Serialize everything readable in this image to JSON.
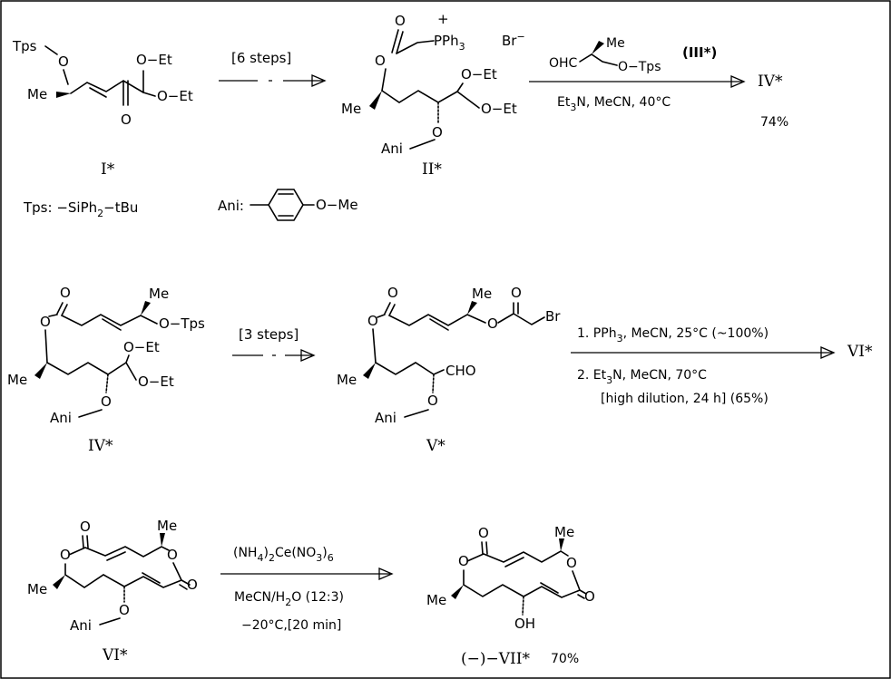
{
  "atoms": {
    "tps": "Tps",
    "o": "O",
    "me": "Me",
    "oet": "O−Et",
    "pph3": "PPh",
    "three": "3",
    "br_minus": "Br",
    "minus": "−",
    "plus": "+",
    "ani": "Ani",
    "o_tps": "O−Tps",
    "br": "Br",
    "cho": "CHO",
    "ohc": "OHC",
    "oh": "OH"
  },
  "labels": {
    "c1": "I*",
    "c2": "II*",
    "c3": "IV*",
    "c4": "V*",
    "c5": "VI*",
    "c6_prefix": "(−)−VII*",
    "c6_yield": "70%"
  },
  "legend": {
    "tps_def": "Tps: −SiPh",
    "tps_sub": "2",
    "tps_rest": "−tBu",
    "ani_def": "Ani:",
    "ani_ome": "O−Me"
  },
  "reactions": {
    "r1_steps": "[6 steps]",
    "r2_reagent": "(III*)",
    "r2_cond_a": "Et",
    "r2_cond_sub": "3",
    "r2_cond_b": "N,  MeCN,  40°C",
    "r2_product": "IV*",
    "r2_yield": "74%",
    "r3_steps": "[3 steps]",
    "r4_cond1_a": "1. PPh",
    "r4_cond1_sub": "3",
    "r4_cond1_b": ", MeCN,  25°C (~100%)",
    "r4_cond2_a": "2. Et",
    "r4_cond2_sub": "3",
    "r4_cond2_b": "N,  MeCN,  70°C",
    "r4_cond3": "[high dilution, 24 h]  (65%)",
    "r4_product": "VI*",
    "r5_cond1_a": "(NH",
    "r5_cond1_s1": "4",
    "r5_cond1_b": ")",
    "r5_cond1_s2": "2",
    "r5_cond1_c": "Ce(NO",
    "r5_cond1_s3": "3",
    "r5_cond1_d": ")",
    "r5_cond1_s4": "6",
    "r5_cond2_a": "MeCN/H",
    "r5_cond2_sub": "2",
    "r5_cond2_b": "O (12:3)",
    "r5_cond3": "−20°C,[20 min]"
  }
}
